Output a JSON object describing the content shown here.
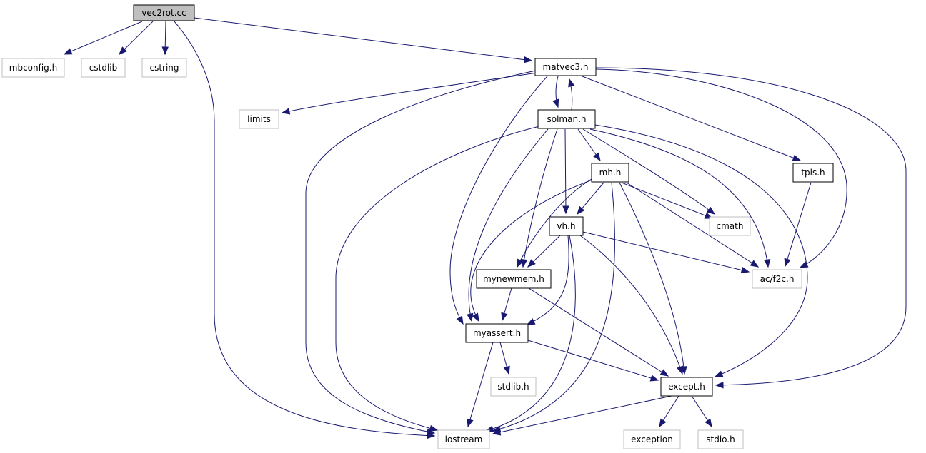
{
  "diagram": {
    "nodes": {
      "vec2rot": "vec2rot.cc",
      "mbconfig": "mbconfig.h",
      "cstdlib": "cstdlib",
      "cstring": "cstring",
      "matvec3": "matvec3.h",
      "limits": "limits",
      "solman": "solman.h",
      "tpls": "tpls.h",
      "mh": "mh.h",
      "vh": "vh.h",
      "cmath": "cmath",
      "acf2c": "ac/f2c.h",
      "mynewmem": "mynewmem.h",
      "myassert": "myassert.h",
      "stdlibh": "stdlib.h",
      "except": "except.h",
      "iostream": "iostream",
      "exception": "exception",
      "stdioh": "stdio.h"
    },
    "node_kinds": {
      "root": [
        "vec2rot"
      ],
      "documented": [
        "matvec3",
        "solman",
        "tpls",
        "mh",
        "vh",
        "mynewmem",
        "myassert",
        "except"
      ],
      "system": [
        "mbconfig",
        "cstdlib",
        "cstring",
        "limits",
        "cmath",
        "acf2c",
        "stdlibh",
        "iostream",
        "exception",
        "stdioh"
      ]
    },
    "edges": [
      [
        "vec2rot",
        "mbconfig"
      ],
      [
        "vec2rot",
        "cstdlib"
      ],
      [
        "vec2rot",
        "cstring"
      ],
      [
        "vec2rot",
        "matvec3"
      ],
      [
        "vec2rot",
        "iostream"
      ],
      [
        "matvec3",
        "limits"
      ],
      [
        "matvec3",
        "solman"
      ],
      [
        "matvec3",
        "tpls"
      ],
      [
        "matvec3",
        "acf2c"
      ],
      [
        "matvec3",
        "except"
      ],
      [
        "matvec3",
        "myassert"
      ],
      [
        "matvec3",
        "iostream"
      ],
      [
        "solman",
        "matvec3"
      ],
      [
        "solman",
        "mh"
      ],
      [
        "solman",
        "vh"
      ],
      [
        "solman",
        "cmath"
      ],
      [
        "solman",
        "acf2c"
      ],
      [
        "solman",
        "mynewmem"
      ],
      [
        "solman",
        "myassert"
      ],
      [
        "solman",
        "except"
      ],
      [
        "solman",
        "iostream"
      ],
      [
        "tpls",
        "acf2c"
      ],
      [
        "mh",
        "vh"
      ],
      [
        "mh",
        "cmath"
      ],
      [
        "mh",
        "acf2c"
      ],
      [
        "mh",
        "mynewmem"
      ],
      [
        "mh",
        "myassert"
      ],
      [
        "mh",
        "except"
      ],
      [
        "mh",
        "iostream"
      ],
      [
        "vh",
        "mynewmem"
      ],
      [
        "vh",
        "acf2c"
      ],
      [
        "vh",
        "myassert"
      ],
      [
        "vh",
        "except"
      ],
      [
        "vh",
        "iostream"
      ],
      [
        "mynewmem",
        "myassert"
      ],
      [
        "mynewmem",
        "except"
      ],
      [
        "myassert",
        "stdlibh"
      ],
      [
        "myassert",
        "except"
      ],
      [
        "myassert",
        "iostream"
      ],
      [
        "except",
        "iostream"
      ],
      [
        "except",
        "exception"
      ],
      [
        "except",
        "stdioh"
      ]
    ]
  }
}
